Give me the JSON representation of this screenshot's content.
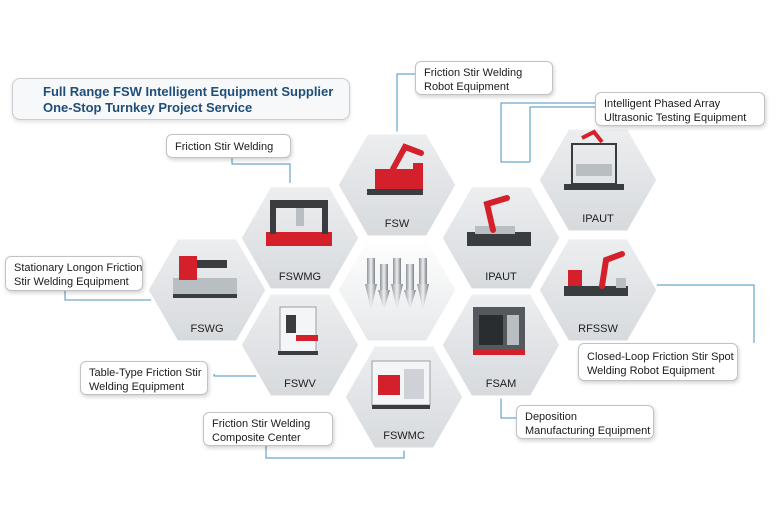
{
  "title": {
    "line1": "Full Range FSW Intelligent Equipment Supplier",
    "line2": "One-Stop Turnkey Project Service"
  },
  "colors": {
    "accent": "#d4202a",
    "hex_fill": "#e3e5e8",
    "connector": "#4a90c0",
    "title_text": "#1f4e79"
  },
  "hexagons": [
    {
      "id": "fsw",
      "label": "FSW",
      "icon": "gantry-robot-machine"
    },
    {
      "id": "ipaut-top",
      "label": "IPAUT",
      "icon": "ultrasonic-testing-robot-cell"
    },
    {
      "id": "fswmg",
      "label": "FSWMG",
      "icon": "gantry-machine"
    },
    {
      "id": "center",
      "label": "",
      "icon": "friction-stir-tools"
    },
    {
      "id": "ipaut-mid",
      "label": "IPAUT",
      "icon": "robot-arm-cell"
    },
    {
      "id": "fswg",
      "label": "FSWG",
      "icon": "longitudinal-welding-machine"
    },
    {
      "id": "rfssw",
      "label": "RFSSW",
      "icon": "spot-welding-robot"
    },
    {
      "id": "fswv",
      "label": "FSWV",
      "icon": "table-type-machine"
    },
    {
      "id": "fsam",
      "label": "FSAM",
      "icon": "deposition-enclosure"
    },
    {
      "id": "fswmc",
      "label": "FSWMC",
      "icon": "composite-center"
    }
  ],
  "callouts": [
    {
      "id": "fsw-robot",
      "lines": [
        "Friction Stir Welding",
        "Robot Equipment"
      ]
    },
    {
      "id": "ipaut",
      "lines": [
        "Intelligent Phased Array",
        "Ultrasonic Testing Equipment"
      ]
    },
    {
      "id": "fsw",
      "lines": [
        "Friction Stir Welding"
      ]
    },
    {
      "id": "fswg",
      "lines": [
        "Stationary Longon Friction",
        "Stir Welding Equipment"
      ]
    },
    {
      "id": "rfssw",
      "lines": [
        "Closed-Loop Friction Stir Spot",
        "Welding Robot Equipment"
      ]
    },
    {
      "id": "fswv",
      "lines": [
        "Table-Type Friction Stir",
        "Welding Equipment"
      ]
    },
    {
      "id": "fsam",
      "lines": [
        "Deposition",
        "Manufacturing Equipment"
      ]
    },
    {
      "id": "fswmc",
      "lines": [
        "Friction Stir Welding",
        "Composite Center"
      ]
    }
  ]
}
